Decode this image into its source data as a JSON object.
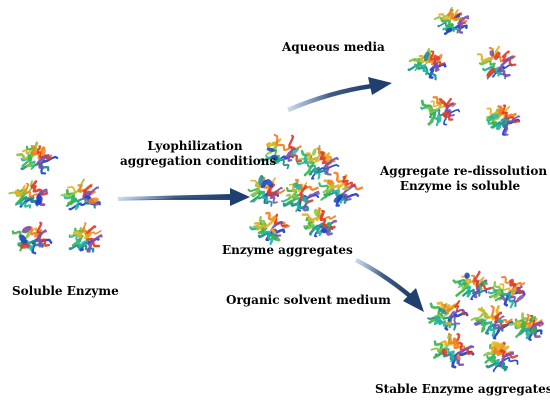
{
  "labels": {
    "soluble_enzyme": "Soluble Enzyme",
    "lyophilization_line1": "Lyophilization",
    "lyophilization_line2": "aggregation conditions",
    "enzyme_aggregates": "Enzyme aggregates",
    "aqueous_media": "Aqueous media",
    "redissolution_line1": "Aggregate re-dissolution",
    "redissolution_line2": "Enzyme is soluble",
    "organic_solvent": "Organic solvent medium",
    "stable_aggregates": "Stable Enzyme aggregates"
  },
  "colors": {
    "arrow": "#1f3f6e",
    "ribbon": [
      "#1c3fc8",
      "#1c8a8a",
      "#20b2a0",
      "#39b54a",
      "#8cc63f",
      "#e6b020",
      "#f08020",
      "#e03a2a",
      "#7a4fb0"
    ]
  }
}
